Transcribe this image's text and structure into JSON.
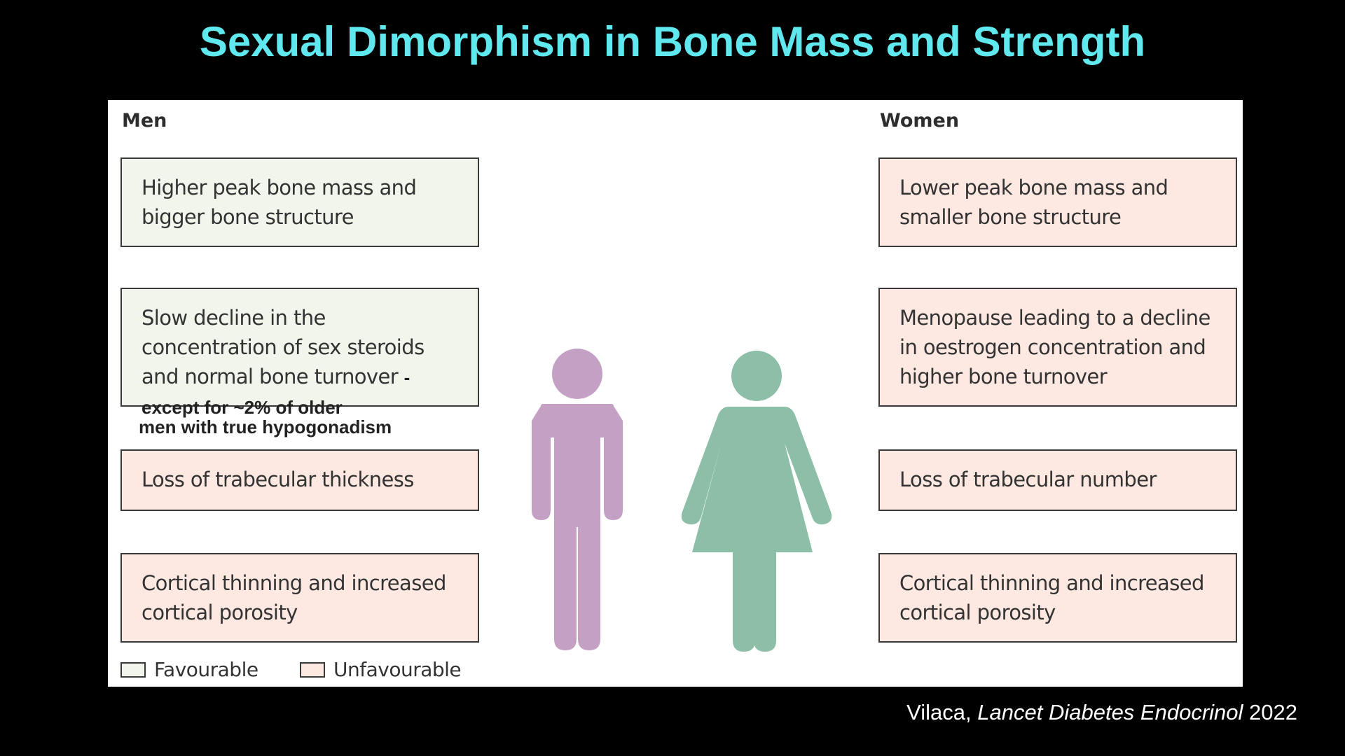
{
  "title": "Sexual Dimorphism in Bone Mass and Strength",
  "colors": {
    "title": "#5fe8ee",
    "favourable_fill": "#f1f5eb",
    "unfavourable_fill": "#fde9e1",
    "man_figure": "#c4a1c4",
    "woman_figure": "#8dbfa8"
  },
  "men": {
    "heading": "Men",
    "boxes": [
      {
        "text": "Higher peak bone mass and bigger bone structure",
        "status": "favourable"
      },
      {
        "text": "Slow decline in the concentration of sex steroids and normal bone turnover",
        "note_a": "- except for ~2% of older",
        "note_b": "men with true hypogonadism",
        "status": "favourable"
      },
      {
        "text": "Loss of trabecular thickness",
        "status": "unfavourable"
      },
      {
        "text": "Cortical thinning and increased cortical porosity",
        "status": "unfavourable"
      }
    ]
  },
  "women": {
    "heading": "Women",
    "boxes": [
      {
        "text": "Lower peak bone mass and smaller bone structure",
        "status": "unfavourable"
      },
      {
        "text": "Menopause leading to a decline in oestrogen concentration and higher bone turnover",
        "status": "unfavourable"
      },
      {
        "text": "Loss of trabecular number",
        "status": "unfavourable"
      },
      {
        "text": "Cortical thinning and increased cortical porosity",
        "status": "unfavourable"
      }
    ]
  },
  "figures": {
    "man_icon": "man-icon",
    "woman_icon": "woman-icon"
  },
  "legend": {
    "favourable": "Favourable",
    "unfavourable": "Unfavourable"
  },
  "citation": {
    "author": "Vilaca,",
    "journal": "Lancet Diabetes Endocrinol",
    "year": "2022"
  }
}
